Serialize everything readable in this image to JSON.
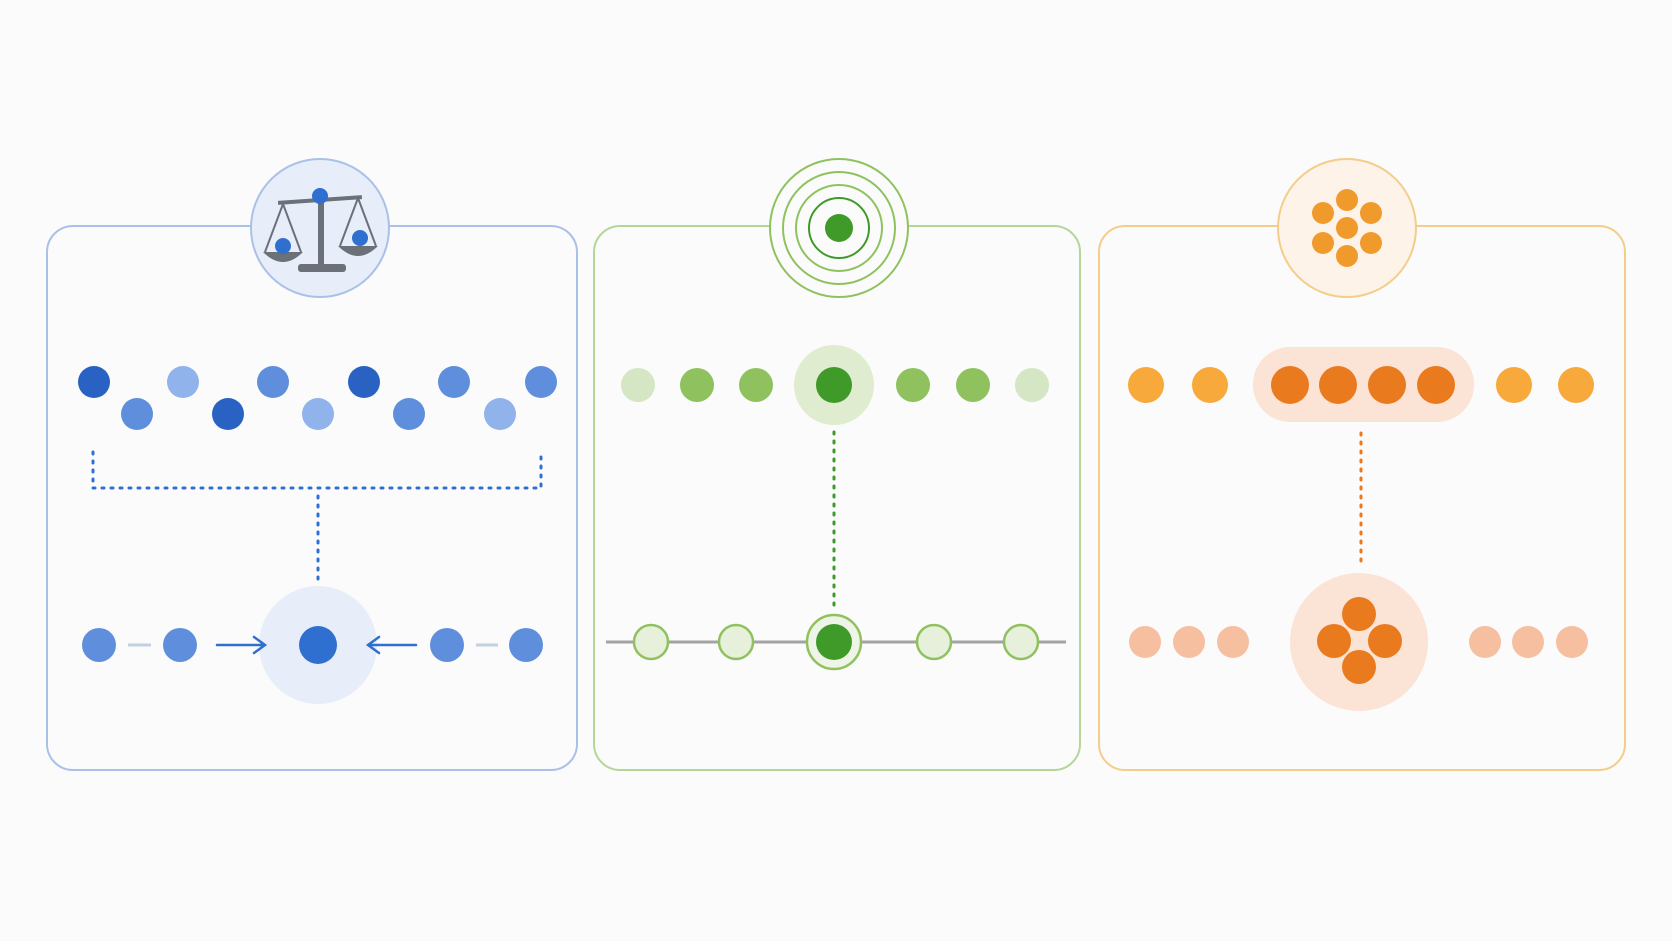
{
  "diagram": {
    "panels": [
      {
        "id": "mean",
        "icon": "balance-scale-icon",
        "accent": "#2f6fd0",
        "light": "#8fb3ea",
        "mid": "#5f8fdc",
        "dark": "#2a62c4",
        "halo": "#e8eef9",
        "stroke": "#a9c1e8"
      },
      {
        "id": "median",
        "icon": "target-icon",
        "accent": "#3f9a2a",
        "light": "#d4e6c4",
        "mid": "#8fc25f",
        "dark": "#3f9a2a",
        "halo": "#dfeccf",
        "stroke": "#b5d69a"
      },
      {
        "id": "mode",
        "icon": "cluster-icon",
        "accent": "#ea7a1e",
        "light": "#f6bfa0",
        "mid": "#f7a93c",
        "dark": "#ea7a1e",
        "halo": "#fbe3d6",
        "stroke": "#f4cd8a"
      }
    ]
  }
}
